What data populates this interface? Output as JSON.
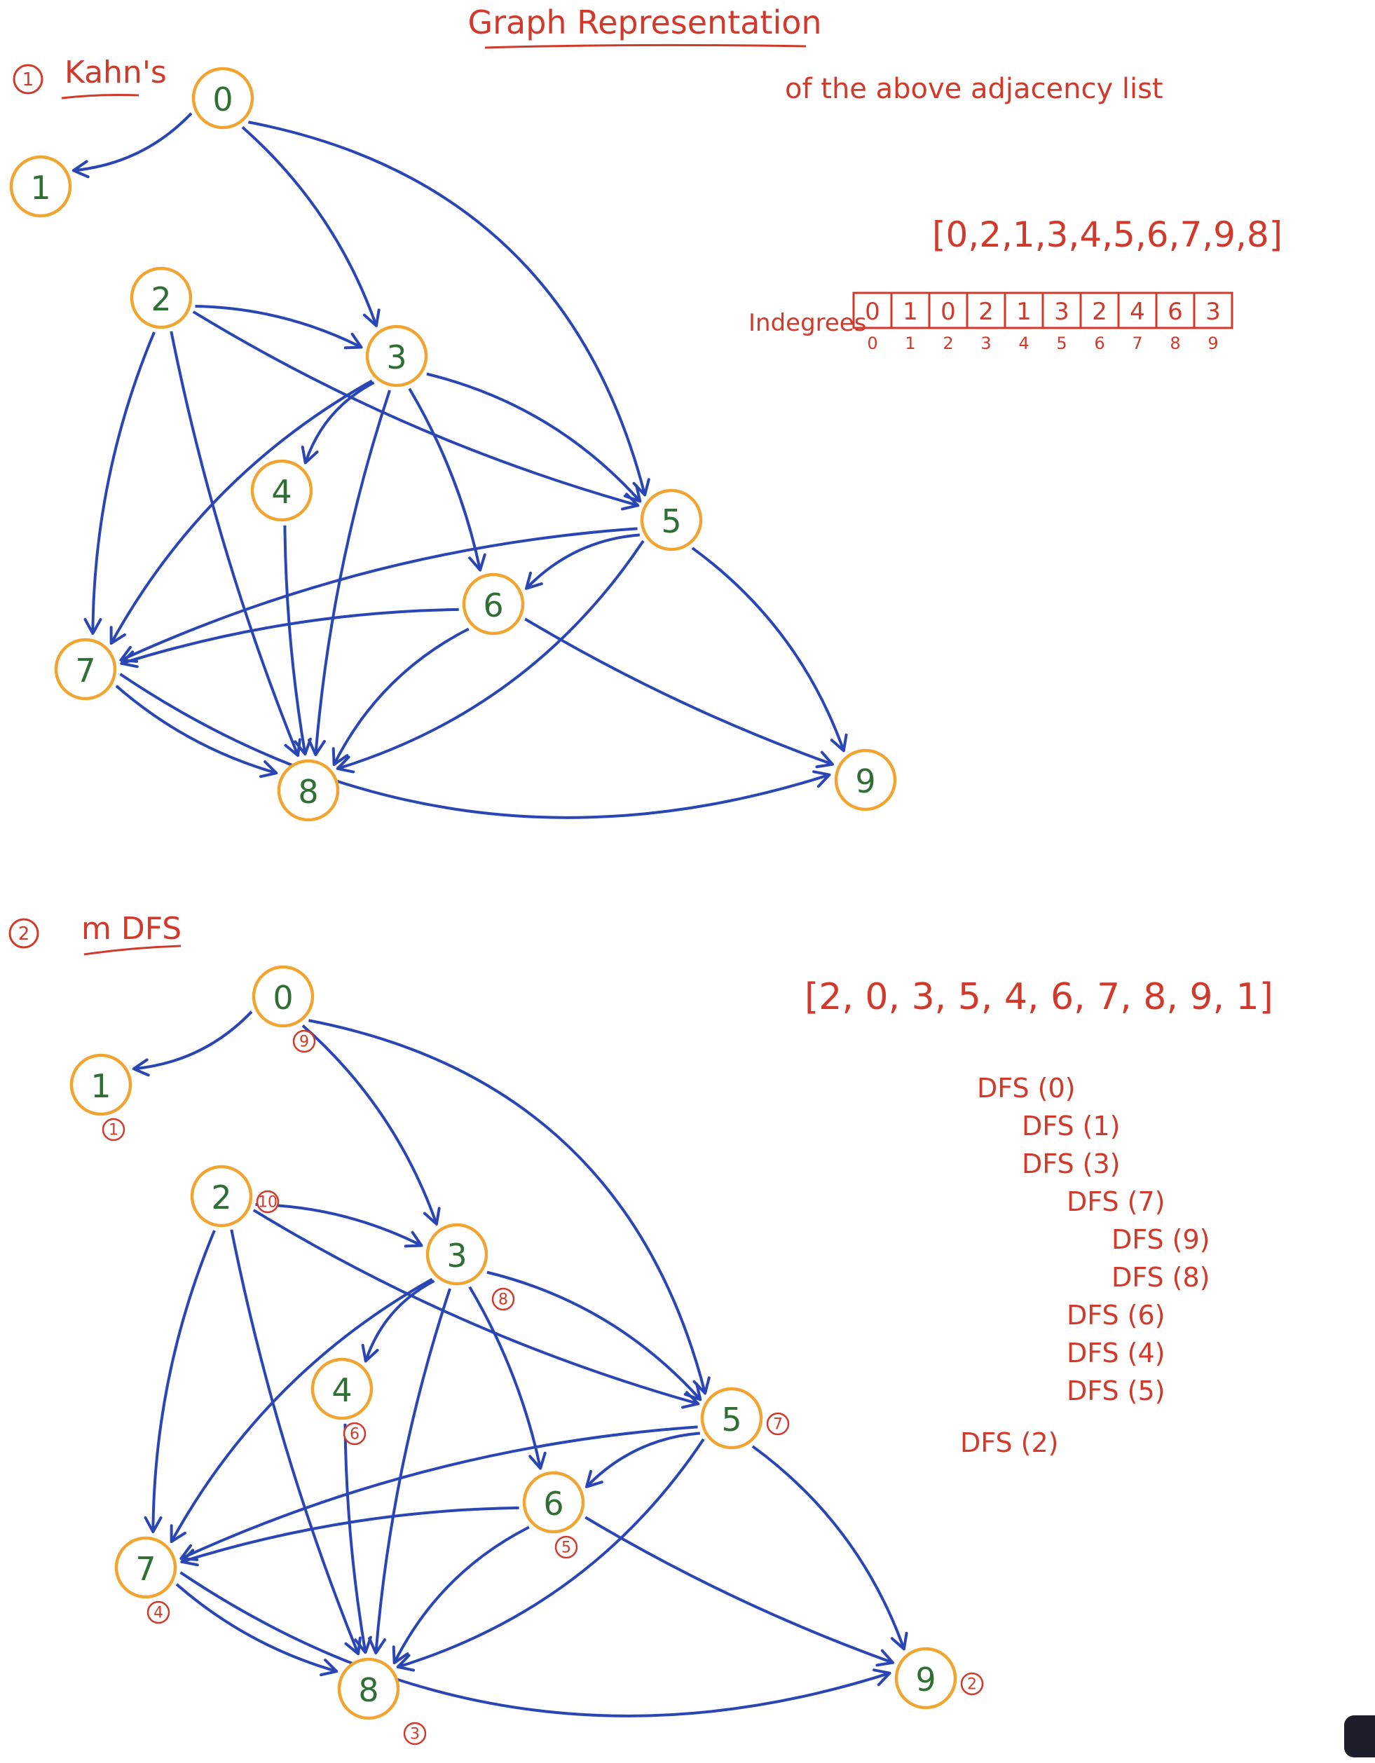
{
  "title": "Graph Representation",
  "subtitle": "of the above adjacency list",
  "edges": [
    [
      0,
      1
    ],
    [
      0,
      3
    ],
    [
      0,
      5
    ],
    [
      2,
      3
    ],
    [
      2,
      5
    ],
    [
      2,
      7
    ],
    [
      2,
      8
    ],
    [
      3,
      4
    ],
    [
      3,
      5
    ],
    [
      3,
      6
    ],
    [
      3,
      7
    ],
    [
      3,
      8
    ],
    [
      4,
      8
    ],
    [
      5,
      6
    ],
    [
      5,
      7
    ],
    [
      5,
      8
    ],
    [
      5,
      9
    ],
    [
      6,
      7
    ],
    [
      6,
      8
    ],
    [
      6,
      9
    ],
    [
      7,
      8
    ],
    [
      7,
      9
    ]
  ],
  "section1": {
    "marker": "1",
    "heading": "Kahn's",
    "order_text": "[0,2,1,3,4,5,6,7,9,8]",
    "indegree_label": "Indegrees",
    "indegrees": [
      {
        "index": "0",
        "value": "0"
      },
      {
        "index": "1",
        "value": "1"
      },
      {
        "index": "2",
        "value": "0"
      },
      {
        "index": "3",
        "value": "2"
      },
      {
        "index": "4",
        "value": "1"
      },
      {
        "index": "5",
        "value": "3"
      },
      {
        "index": "6",
        "value": "2"
      },
      {
        "index": "7",
        "value": "4"
      },
      {
        "index": "8",
        "value": "6"
      },
      {
        "index": "9",
        "value": "3"
      }
    ]
  },
  "section2": {
    "marker": "2",
    "heading": "m DFS",
    "order_text": "[2, 0, 3, 5, 4, 6, 7, 8, 9, 1]",
    "finish_order": {
      "0": "9",
      "1": "1",
      "2": "10",
      "3": "8",
      "4": "6",
      "5": "7",
      "6": "5",
      "7": "4",
      "8": "3",
      "9": "2"
    },
    "dfs_trace": [
      {
        "text": "DFS (0)",
        "depth": 0
      },
      {
        "text": "DFS (1)",
        "depth": 1
      },
      {
        "text": "DFS (3)",
        "depth": 1
      },
      {
        "text": "DFS (7)",
        "depth": 2
      },
      {
        "text": "DFS (9)",
        "depth": 3
      },
      {
        "text": "DFS (8)",
        "depth": 3
      },
      {
        "text": "DFS (6)",
        "depth": 2
      },
      {
        "text": "DFS (4)",
        "depth": 2
      },
      {
        "text": "DFS (5)",
        "depth": 2
      },
      {
        "text": "DFS (2)",
        "depth": -1
      }
    ]
  }
}
